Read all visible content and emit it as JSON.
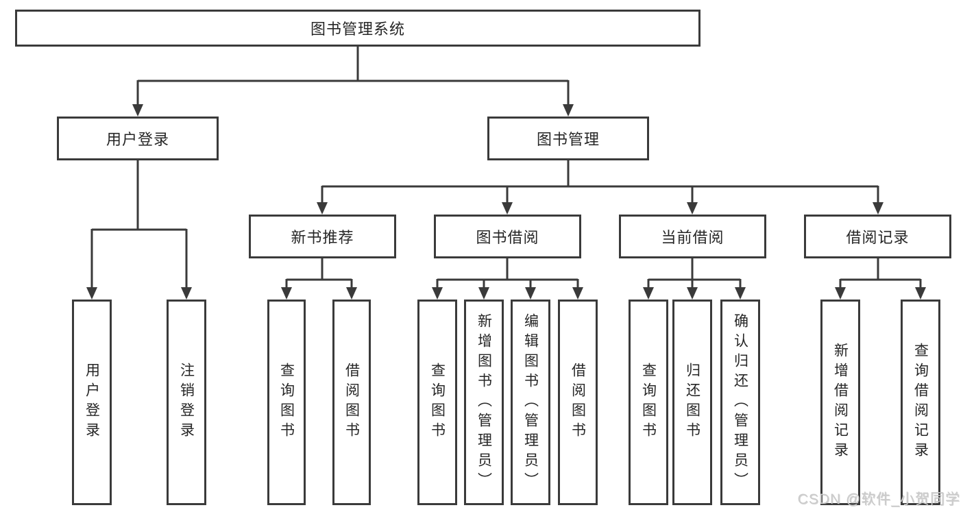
{
  "diagram": {
    "root": {
      "label": "图书管理系统"
    },
    "branches": [
      {
        "id": "user-login",
        "label": "用户登录"
      },
      {
        "id": "book-management",
        "label": "图书管理"
      }
    ],
    "modules": [
      {
        "id": "new-book-recommend",
        "label": "新书推荐",
        "parent": "图书管理"
      },
      {
        "id": "book-borrow",
        "label": "图书借阅",
        "parent": "图书管理"
      },
      {
        "id": "current-borrow",
        "label": "当前借阅",
        "parent": "图书管理"
      },
      {
        "id": "borrow-records",
        "label": "借阅记录",
        "parent": "图书管理"
      }
    ],
    "leaves": [
      {
        "id": "leaf-user-login",
        "label": "用户登录",
        "parent": "用户登录"
      },
      {
        "id": "leaf-logout",
        "label": "注销登录",
        "parent": "用户登录"
      },
      {
        "id": "leaf-query-book-1",
        "label": "查询图书",
        "parent": "新书推荐"
      },
      {
        "id": "leaf-borrow-book-1",
        "label": "借阅图书",
        "parent": "新书推荐"
      },
      {
        "id": "leaf-query-book-2",
        "label": "查询图书",
        "parent": "图书借阅"
      },
      {
        "id": "leaf-add-book-admin",
        "label": "新增图书（管理员）",
        "parent": "图书借阅"
      },
      {
        "id": "leaf-edit-book-admin",
        "label": "编辑图书（管理员）",
        "parent": "图书借阅"
      },
      {
        "id": "leaf-borrow-book-2",
        "label": "借阅图书",
        "parent": "图书借阅"
      },
      {
        "id": "leaf-query-book-3",
        "label": "查询图书",
        "parent": "当前借阅"
      },
      {
        "id": "leaf-return-book",
        "label": "归还图书",
        "parent": "当前借阅"
      },
      {
        "id": "leaf-confirm-return-admin",
        "label": "确认归还（管理员）",
        "parent": "当前借阅"
      },
      {
        "id": "leaf-add-borrow-record",
        "label": "新增借阅记录",
        "parent": "借阅记录"
      },
      {
        "id": "leaf-query-borrow-record",
        "label": "查询借阅记录",
        "parent": "借阅记录"
      }
    ]
  },
  "watermark": {
    "text": "CSDN @软件_小贺同学"
  },
  "colors": {
    "line": "#3a3a3a",
    "text": "#262626",
    "box_background": "#ffffff",
    "page_background": "#ffffff",
    "watermark": "#cbcbcb"
  }
}
